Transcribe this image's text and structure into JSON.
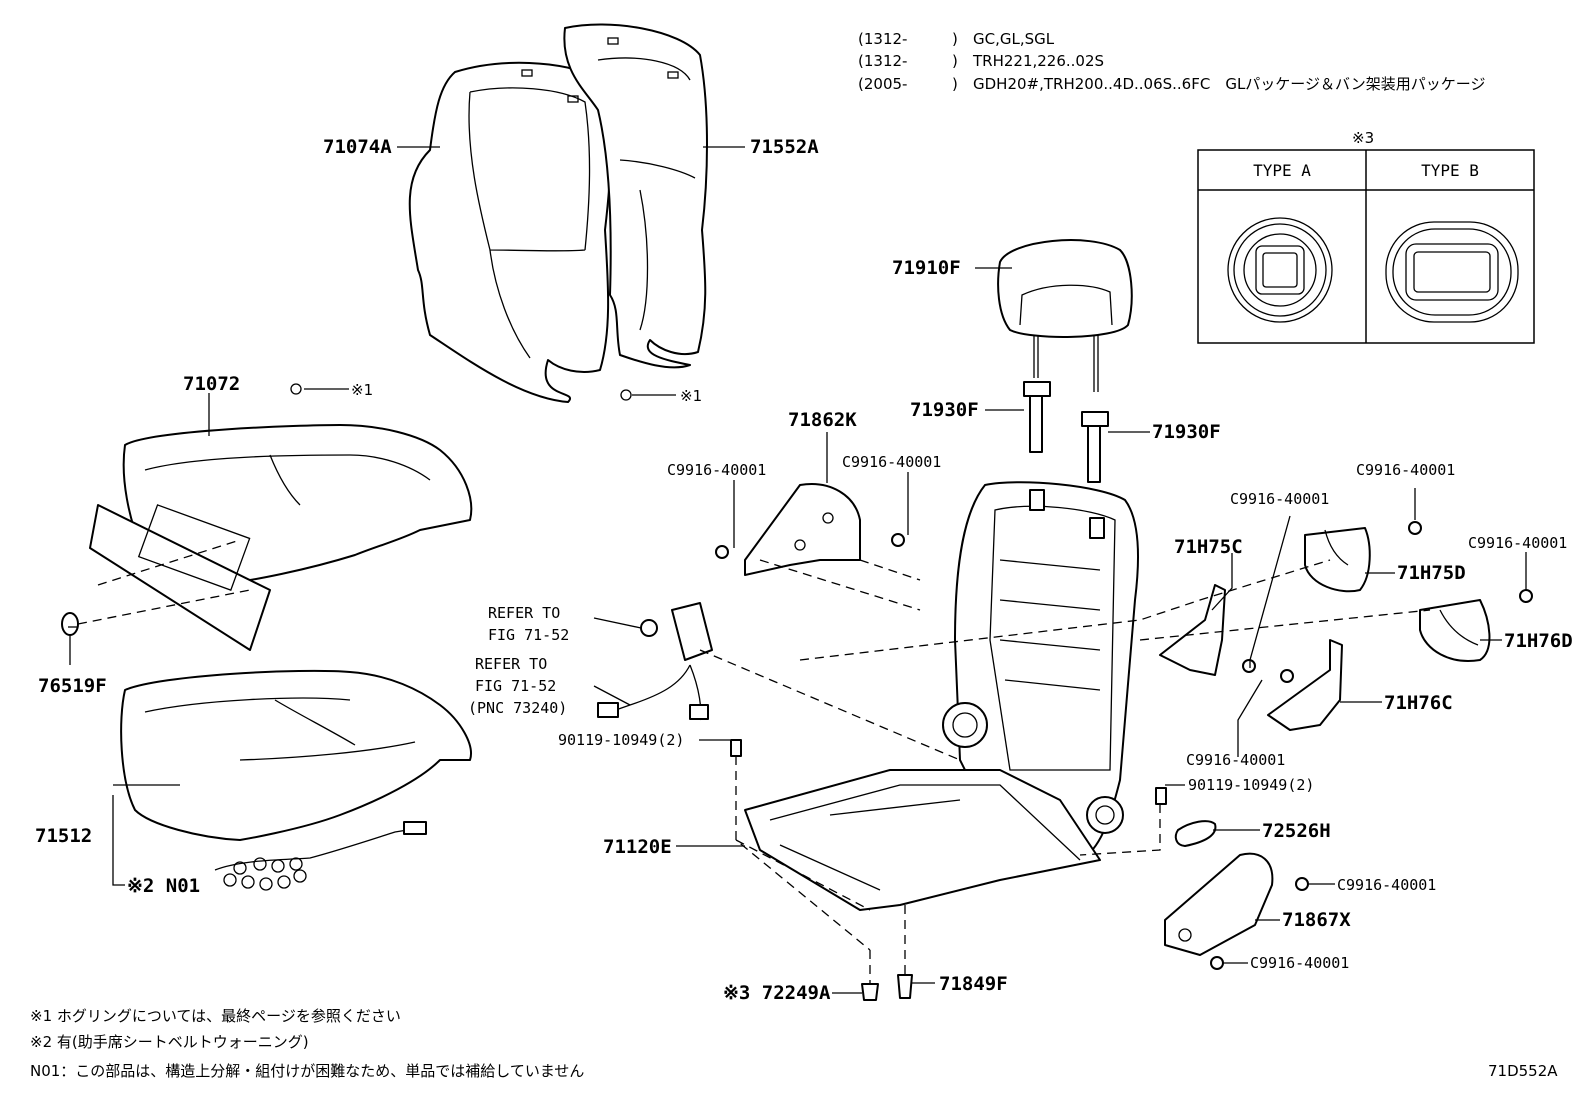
{
  "applicability": [
    {
      "date": "(1312-",
      "close": ")",
      "models": "GC,GL,SGL"
    },
    {
      "date": "(1312-",
      "close": ")",
      "models": "TRH221,226..02S"
    },
    {
      "date": "(2005-",
      "close": ")",
      "models": "GDH20#,TRH200..4D..06S..6FC　GLパッケージ＆バン架装用パッケージ"
    }
  ],
  "type_box": {
    "marker": "※3",
    "type_a": "TYPE A",
    "type_b": "TYPE B"
  },
  "labels": {
    "p71074A": "71074A",
    "p71552A": "71552A",
    "p71072": "71072",
    "ref1a": "※1",
    "ref1b": "※1",
    "p76519F": "76519F",
    "p71512": "71512",
    "n01": "※2 N01",
    "p71910F": "71910F",
    "p71930F_left": "71930F",
    "p71930F_right": "71930F",
    "p71862K": "71862K",
    "c9916_a": "C9916-40001",
    "c9916_b": "C9916-40001",
    "refer1_line1": "REFER TO",
    "refer1_line2": "FIG 71-52",
    "refer2_line1": "REFER TO",
    "refer2_line2": "FIG 71-52",
    "refer2_line3": "(PNC 73240)",
    "bolt_left": "90119-10949(2)",
    "p71120E": "71120E",
    "p72249A": "※3 72249A",
    "p71849F": "71849F",
    "c9916_c": "C9916-40001",
    "p71H75C": "71H75C",
    "c9916_d": "C9916-40001",
    "p71H75D": "71H75D",
    "c9916_e": "C9916-40001",
    "p71H76D": "71H76D",
    "p71H76C": "71H76C",
    "c9916_f": "C9916-40001",
    "bolt_right": "90119-10949(2)",
    "p72526H": "72526H",
    "c9916_g": "C9916-40001",
    "p71867X": "71867X",
    "c9916_h": "C9916-40001"
  },
  "notes": [
    "※1  ホグリングについては、最終ページを参照ください",
    "※2  有(助手席シートベルトウォーニング)",
    "N01：この部品は、構造上分解・組付けが困難なため、単品では補給していません"
  ],
  "figure_id": "71D552A"
}
